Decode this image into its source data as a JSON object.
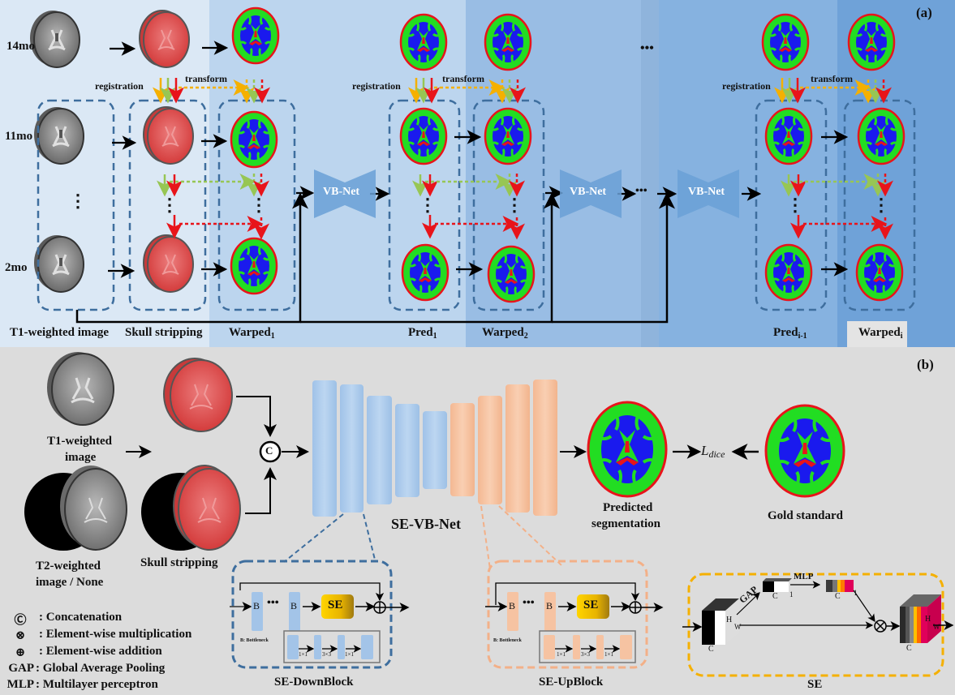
{
  "panel_a": {
    "tag": "(a)",
    "row_labels": [
      "14mo",
      "11mo",
      "2mo"
    ],
    "stage_labels": {
      "t1": "T1-weighted image",
      "skull": "Skull stripping",
      "warped1": "Warped",
      "warped1_sub": "1",
      "pred1": "Pred",
      "pred1_sub": "1",
      "warped2": "Warped",
      "warped2_sub": "2",
      "predi": "Pred",
      "predi_sub": "i-1",
      "warpedi": "Warped",
      "warpedi_sub": "i"
    },
    "registration": "registration",
    "transform": "transform",
    "network": "VB-Net",
    "ellipsis": "•••",
    "vdots": "⋮"
  },
  "panel_b": {
    "tag": "(b)",
    "t1_label_1": "T1-weighted",
    "t1_label_2": "image",
    "t2_label_1": "T2-weighted",
    "t2_label_2": "image / None",
    "skull_label": "Skull stripping",
    "concat_symbol": "C",
    "network_label": "SE-VB-Net",
    "pred_label_1": "Predicted",
    "pred_label_2": "segmentation",
    "loss_label": "L",
    "loss_sub": "dice",
    "gold_label": "Gold standard",
    "legend": [
      {
        "symbol": "Ⓒ",
        "text": ": Concatenation"
      },
      {
        "symbol": "⊗",
        "text": ": Element-wise multiplication"
      },
      {
        "symbol": "⊕",
        "text": ": Element-wise addition"
      },
      {
        "symbol": "GAP",
        "text": ": Global Average Pooling"
      },
      {
        "symbol": "MLP",
        "text": ": Multilayer perceptron"
      }
    ],
    "down_block": {
      "title": "SE-DownBlock",
      "b": "B",
      "se": "SE",
      "bottleneck": "B: Bottleneck",
      "convs": [
        "1×1",
        "3×3",
        "1×1"
      ]
    },
    "up_block": {
      "title": "SE-UpBlock",
      "b": "B",
      "se": "SE",
      "bottleneck": "B: Bottleneck",
      "convs": [
        "1×1",
        "3×3",
        "1×1"
      ]
    },
    "se_block": {
      "title": "SE",
      "gap": "GAP",
      "mlp": "MLP",
      "c": "C",
      "h": "H",
      "w": "W",
      "one": "1"
    },
    "colors": {
      "encoder": "#a3c4e8",
      "decoder": "#f6c3a2",
      "se_gold": "#f2c200",
      "down_border": "#3e6e9e",
      "up_border": "#f3b088",
      "se_border": "#f5b000"
    }
  }
}
